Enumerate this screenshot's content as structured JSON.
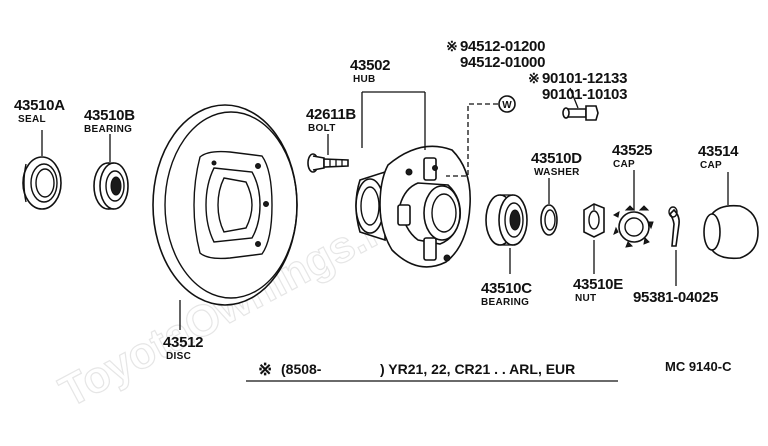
{
  "parts": {
    "p43510A": {
      "number": "43510A",
      "name": "SEAL"
    },
    "p43510B": {
      "number": "43510B",
      "name": "BEARING"
    },
    "p43502": {
      "number": "43502",
      "name": "HUB"
    },
    "p42611B": {
      "number": "42611B",
      "name": "BOLT"
    },
    "p94512": {
      "number_1": "94512-01200",
      "number_2": "94512-01000"
    },
    "p90101": {
      "number_1": "90101-12133",
      "number_2": "90101-10103"
    },
    "p43510D": {
      "number": "43510D",
      "name": "WASHER"
    },
    "p43525": {
      "number": "43525",
      "name": "CAP"
    },
    "p43514": {
      "number": "43514",
      "name": "CAP"
    },
    "p43510C": {
      "number": "43510C",
      "name": "BEARING"
    },
    "p43510E": {
      "number": "43510E",
      "name": "NUT"
    },
    "p95381": {
      "number": "95381-04025"
    },
    "p43512": {
      "number": "43512",
      "name": "DISC"
    }
  },
  "symbols": {
    "mark": "※",
    "circle_mark": "W"
  },
  "footer": {
    "note_mark": "※",
    "note_date": "(8508-",
    "note_models": ") YR21, 22, CR21 . . ARL, EUR",
    "diagram_code": "MC 9140-C"
  },
  "watermark": "ToyotaOwnings.ru"
}
